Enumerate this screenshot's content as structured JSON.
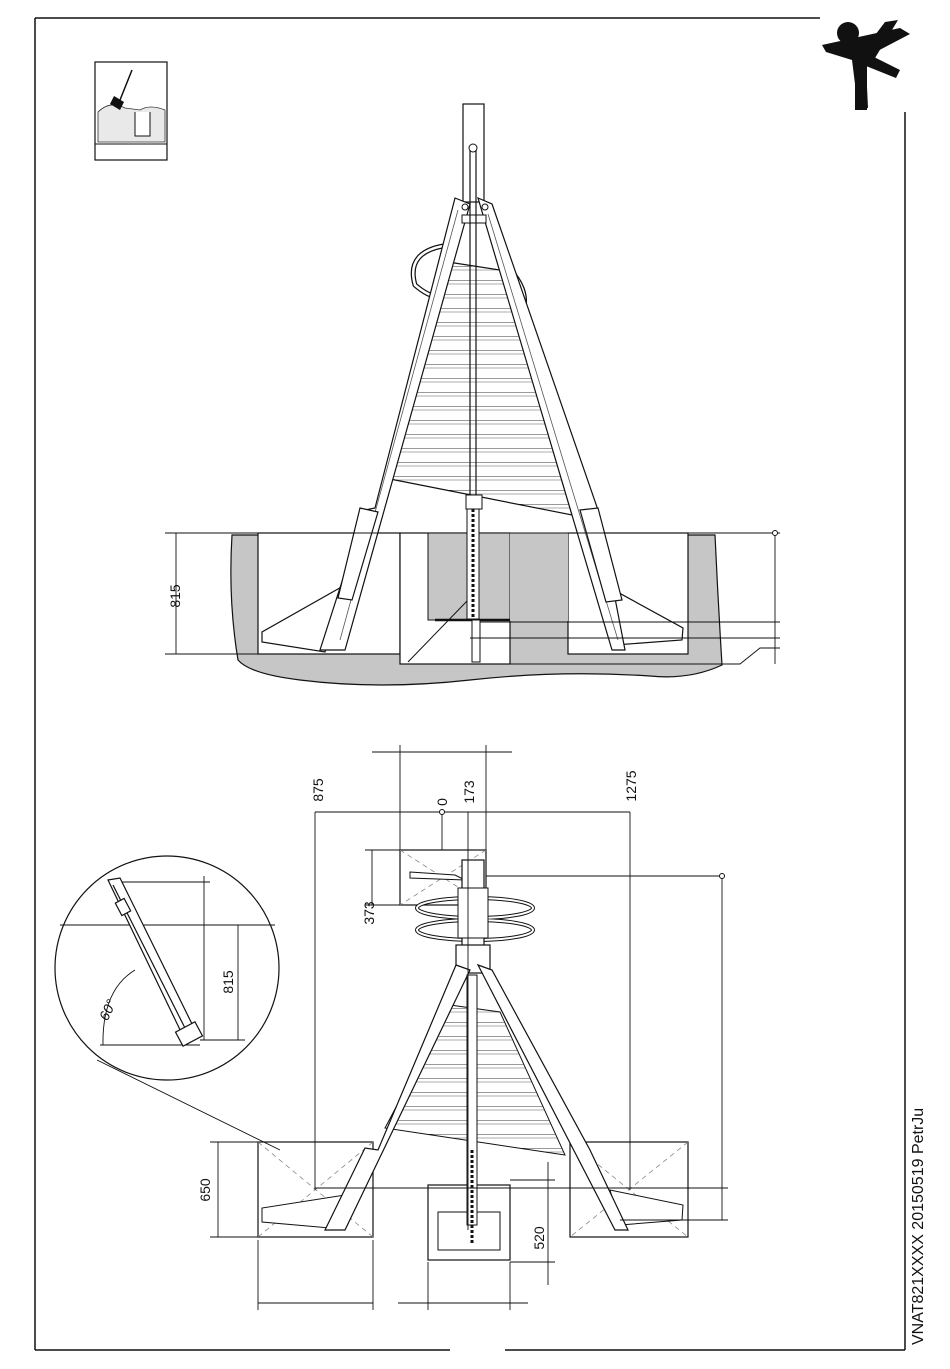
{
  "dimensions": {
    "side_depth": "815",
    "offset_left": "875",
    "origin": "0",
    "offset_center": "173",
    "offset_right": "1275",
    "top_pit_size": "373",
    "detail_depth": "815",
    "detail_angle": "60°",
    "side_pit_size": "650",
    "center_pit_size": "520"
  },
  "footer": {
    "document_code": "VNAT821XXXX 20150519 PetrJu"
  }
}
